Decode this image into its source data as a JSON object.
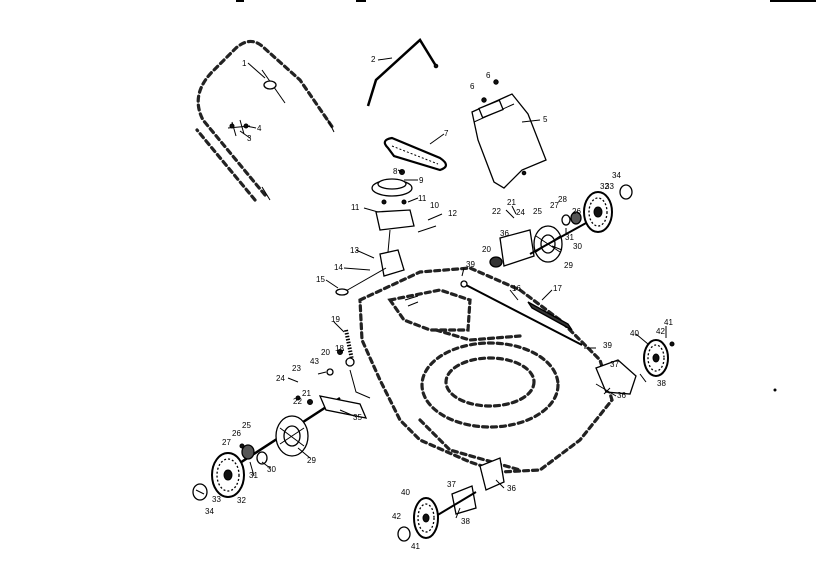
{
  "diagram": {
    "type": "exploded-parts-diagram",
    "callouts": [
      {
        "id": "c1",
        "text": "1"
      },
      {
        "id": "c2",
        "text": "2"
      },
      {
        "id": "c3",
        "text": "3"
      },
      {
        "id": "c4",
        "text": "4"
      },
      {
        "id": "c5",
        "text": "5"
      },
      {
        "id": "c6",
        "text": "6"
      },
      {
        "id": "c6b",
        "text": "6"
      },
      {
        "id": "c7",
        "text": "7"
      },
      {
        "id": "c8",
        "text": "8"
      },
      {
        "id": "c9",
        "text": "9"
      },
      {
        "id": "c10",
        "text": "10"
      },
      {
        "id": "c11a",
        "text": "11"
      },
      {
        "id": "c11b",
        "text": "11"
      },
      {
        "id": "c12",
        "text": "12"
      },
      {
        "id": "c13",
        "text": "13"
      },
      {
        "id": "c14",
        "text": "14"
      },
      {
        "id": "c15",
        "text": "15"
      },
      {
        "id": "c16",
        "text": "16"
      },
      {
        "id": "c17",
        "text": "17"
      },
      {
        "id": "c18",
        "text": "18"
      },
      {
        "id": "c19",
        "text": "19"
      },
      {
        "id": "c20a",
        "text": "20"
      },
      {
        "id": "c20b",
        "text": "20"
      },
      {
        "id": "c21a",
        "text": "21"
      },
      {
        "id": "c21b",
        "text": "21"
      },
      {
        "id": "c22a",
        "text": "22"
      },
      {
        "id": "c22b",
        "text": "22"
      },
      {
        "id": "c23",
        "text": "23"
      },
      {
        "id": "c24a",
        "text": "24"
      },
      {
        "id": "c24b",
        "text": "24"
      },
      {
        "id": "c25a",
        "text": "25"
      },
      {
        "id": "c25b",
        "text": "25"
      },
      {
        "id": "c26a",
        "text": "26"
      },
      {
        "id": "c26b",
        "text": "26"
      },
      {
        "id": "c27a",
        "text": "27"
      },
      {
        "id": "c27b",
        "text": "27"
      },
      {
        "id": "c28",
        "text": "28"
      },
      {
        "id": "c29a",
        "text": "29"
      },
      {
        "id": "c29b",
        "text": "29"
      },
      {
        "id": "c30a",
        "text": "30"
      },
      {
        "id": "c30b",
        "text": "30"
      },
      {
        "id": "c31a",
        "text": "31"
      },
      {
        "id": "c31b",
        "text": "31"
      },
      {
        "id": "c32a",
        "text": "32"
      },
      {
        "id": "c32b",
        "text": "32"
      },
      {
        "id": "c33a",
        "text": "33"
      },
      {
        "id": "c33b",
        "text": "33"
      },
      {
        "id": "c34a",
        "text": "34"
      },
      {
        "id": "c34b",
        "text": "34"
      },
      {
        "id": "c35",
        "text": "35"
      },
      {
        "id": "c36a",
        "text": "36"
      },
      {
        "id": "c36b",
        "text": "36"
      },
      {
        "id": "c36c",
        "text": "36"
      },
      {
        "id": "c37a",
        "text": "37"
      },
      {
        "id": "c37b",
        "text": "37"
      },
      {
        "id": "c38a",
        "text": "38"
      },
      {
        "id": "c38b",
        "text": "38"
      },
      {
        "id": "c39a",
        "text": "39"
      },
      {
        "id": "c39b",
        "text": "39"
      },
      {
        "id": "c40a",
        "text": "40"
      },
      {
        "id": "c40b",
        "text": "40"
      },
      {
        "id": "c41a",
        "text": "41"
      },
      {
        "id": "c41b",
        "text": "41"
      },
      {
        "id": "c42a",
        "text": "42"
      },
      {
        "id": "c42b",
        "text": "42"
      },
      {
        "id": "c43",
        "text": "43"
      }
    ]
  }
}
